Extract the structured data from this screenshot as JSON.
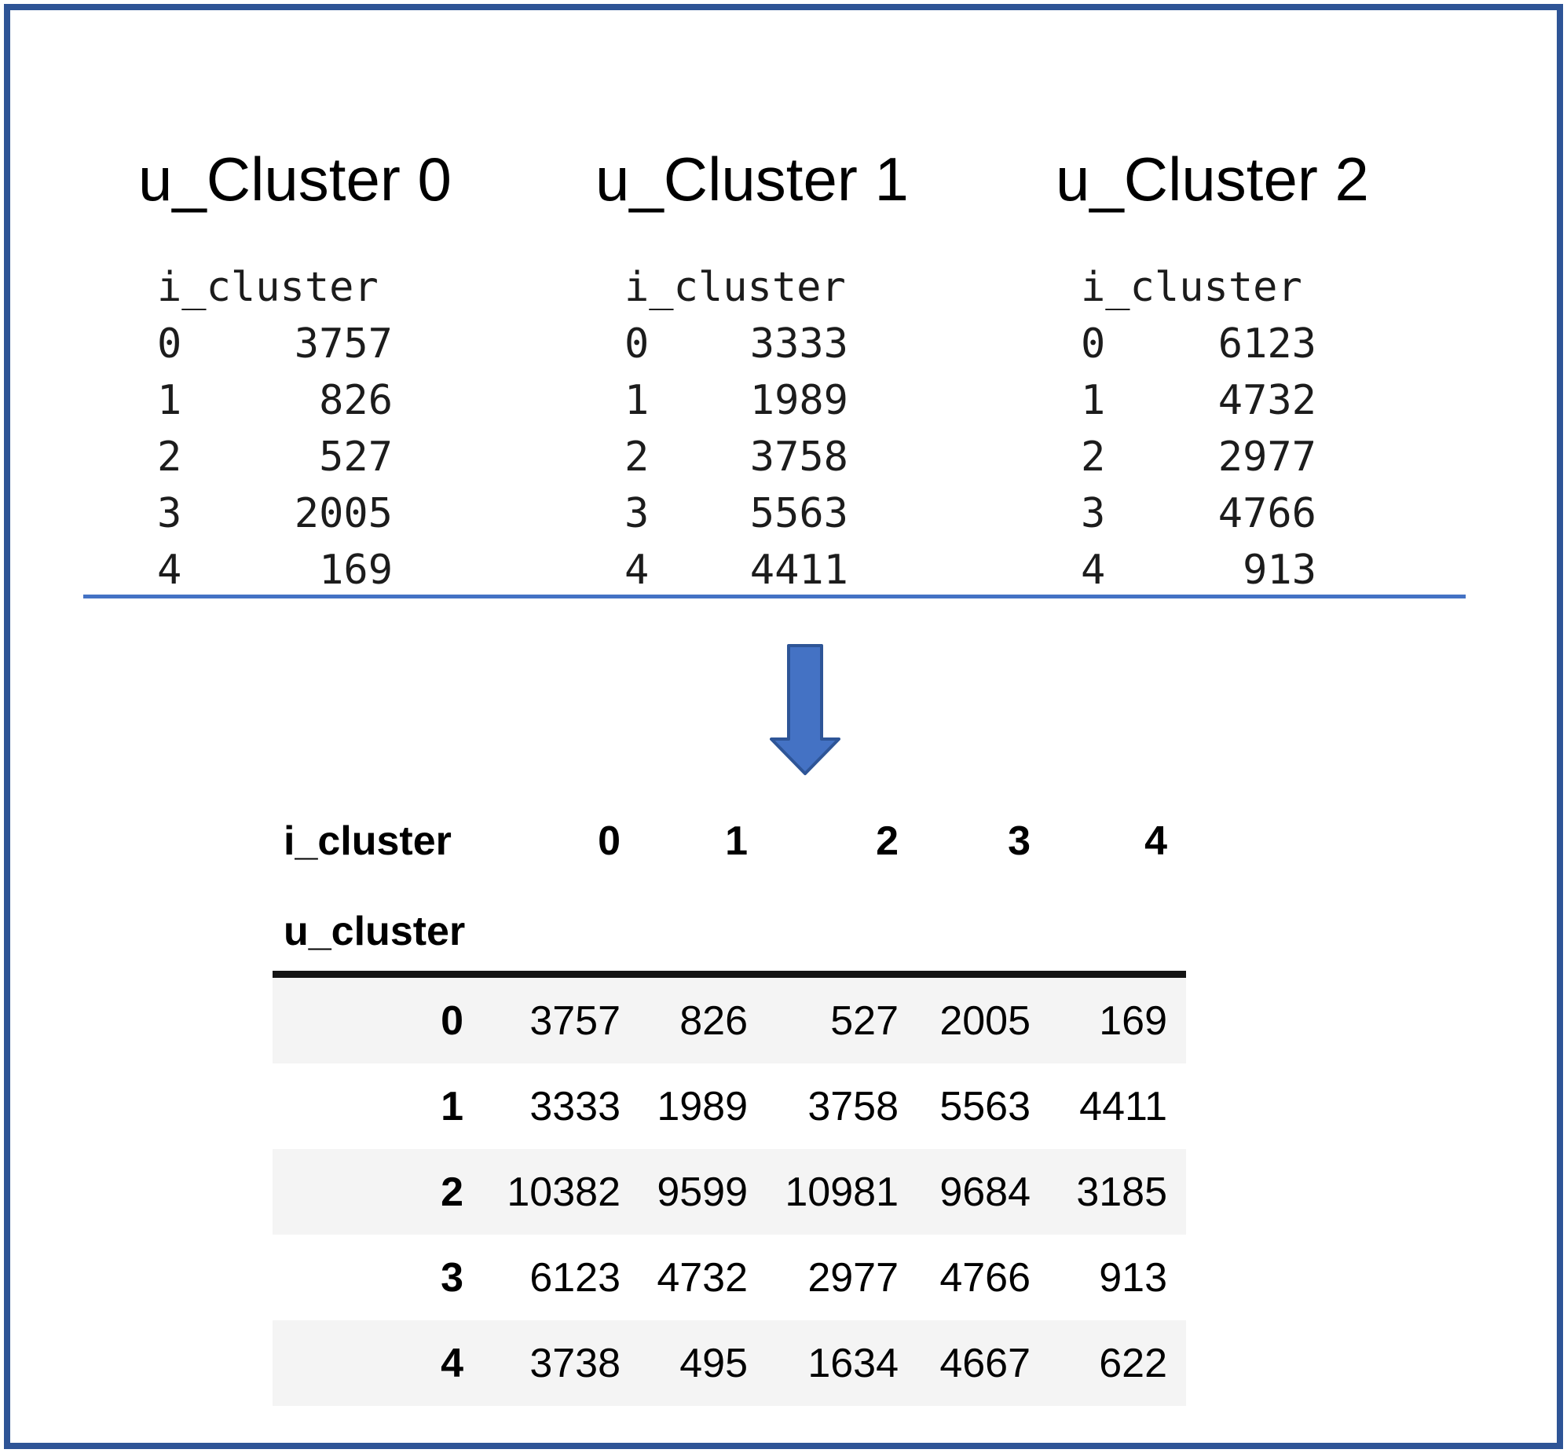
{
  "colors": {
    "frame_border": "#2e5496",
    "divider": "#4472c4",
    "arrow_fill": "#4472c4",
    "arrow_outline": "#2e5597",
    "table_stripe": "#f4f4f4",
    "table_rule": "#141414"
  },
  "icons": {
    "arrow": "down-arrow-icon"
  },
  "series_blocks": [
    {
      "title": "u_Cluster 0",
      "index_name": "i_cluster",
      "rows": [
        {
          "index": "0",
          "value": "3757"
        },
        {
          "index": "1",
          "value": "826"
        },
        {
          "index": "2",
          "value": "527"
        },
        {
          "index": "3",
          "value": "2005"
        },
        {
          "index": "4",
          "value": "169"
        }
      ]
    },
    {
      "title": "u_Cluster 1",
      "index_name": "i_cluster",
      "rows": [
        {
          "index": "0",
          "value": "3333"
        },
        {
          "index": "1",
          "value": "1989"
        },
        {
          "index": "2",
          "value": "3758"
        },
        {
          "index": "3",
          "value": "5563"
        },
        {
          "index": "4",
          "value": "4411"
        }
      ]
    },
    {
      "title": "u_Cluster 2",
      "index_name": "i_cluster",
      "rows": [
        {
          "index": "0",
          "value": "6123"
        },
        {
          "index": "1",
          "value": "4732"
        },
        {
          "index": "2",
          "value": "2977"
        },
        {
          "index": "3",
          "value": "4766"
        },
        {
          "index": "4",
          "value": "913"
        }
      ]
    }
  ],
  "pivot_table": {
    "columns_index_name": "i_cluster",
    "rows_index_name": "u_cluster",
    "columns": [
      "0",
      "1",
      "2",
      "3",
      "4"
    ],
    "rows": [
      {
        "index": "0",
        "values": [
          "3757",
          "826",
          "527",
          "2005",
          "169"
        ]
      },
      {
        "index": "1",
        "values": [
          "3333",
          "1989",
          "3758",
          "5563",
          "4411"
        ]
      },
      {
        "index": "2",
        "values": [
          "10382",
          "9599",
          "10981",
          "9684",
          "3185"
        ]
      },
      {
        "index": "3",
        "values": [
          "6123",
          "4732",
          "2977",
          "4766",
          "913"
        ]
      },
      {
        "index": "4",
        "values": [
          "3738",
          "495",
          "1634",
          "4667",
          "622"
        ]
      }
    ]
  }
}
